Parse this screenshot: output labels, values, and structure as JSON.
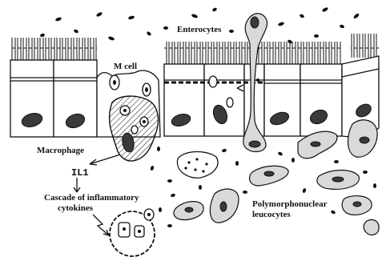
{
  "labels": {
    "enterocytes": "Enterocytes",
    "m_cell": "M cell",
    "macrophage": "Macrophage",
    "il1": "IL1",
    "cascade_line1": "Cascade of inflammatory",
    "cascade_line2": "cytokines",
    "pmn_line1": "Polymorphonuclear",
    "pmn_line2": "leucocytes"
  },
  "colors": {
    "ink": "#111111",
    "pmn_fill": "#d9d9d9",
    "nucleus": "#3a3a3a",
    "background": "#ffffff"
  }
}
